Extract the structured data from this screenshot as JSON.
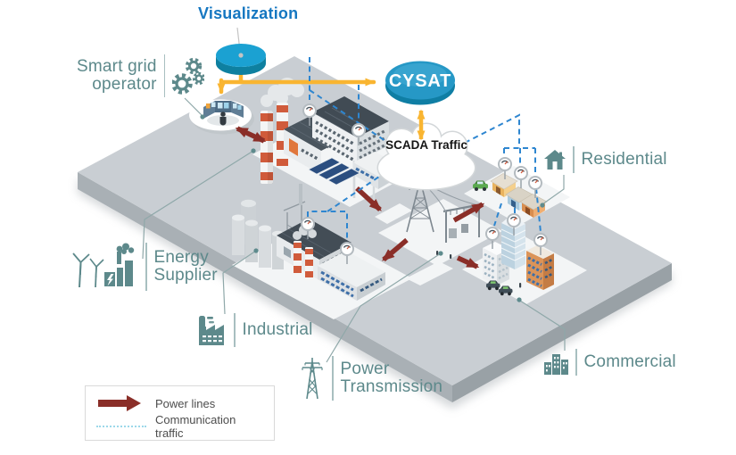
{
  "diagram": {
    "nodes": {
      "visualization": {
        "label": "Visualization"
      },
      "cysat": {
        "label": "CYSAT"
      },
      "scada_traffic": {
        "label": "SCADA Traffic"
      },
      "smart_grid_operator": {
        "line1": "Smart grid",
        "line2": "operator"
      },
      "energy_supplier": {
        "line1": "Energy",
        "line2": "Supplier"
      },
      "industrial": {
        "label": "Industrial"
      },
      "power_transmission": {
        "line1": "Power",
        "line2": "Transmission"
      },
      "residential": {
        "label": "Residential"
      },
      "commercial": {
        "label": "Commercial"
      }
    },
    "legend": {
      "power_lines_label": "Power lines",
      "communication_label": "Communication traffic"
    },
    "colors": {
      "visualization_text_blue": "#1577c1",
      "node_blue": "#1ba1d2",
      "label_teal": "#5d898b",
      "power_line_red": "#8a2e28",
      "communication_blue": "#2e86d0",
      "legend_dotted_blue": "#9cd8ea",
      "control_yellow": "#f9b531",
      "platform_gray": "#c9ced3"
    }
  }
}
